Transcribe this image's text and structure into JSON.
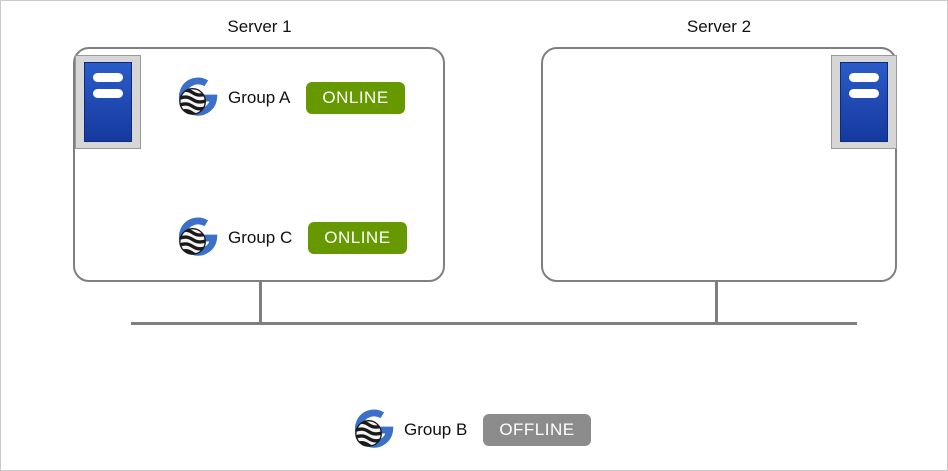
{
  "diagram": {
    "servers": [
      {
        "label": "Server 1",
        "groups": [
          {
            "name": "Group A",
            "status": "ONLINE"
          },
          {
            "name": "Group C",
            "status": "ONLINE"
          }
        ]
      },
      {
        "label": "Server 2",
        "groups": []
      }
    ],
    "unassigned_group": {
      "name": "Group B",
      "status": "OFFLINE"
    },
    "icons": {
      "server": "server-tower-icon",
      "group": "cluster-group-globe-icon"
    },
    "colors": {
      "online_badge": "#669900",
      "offline_badge": "#8c8c8c",
      "server_icon_blue": "#1d4fae",
      "connector_line": "#7f7f7f",
      "box_border": "#7f7f7f"
    }
  }
}
